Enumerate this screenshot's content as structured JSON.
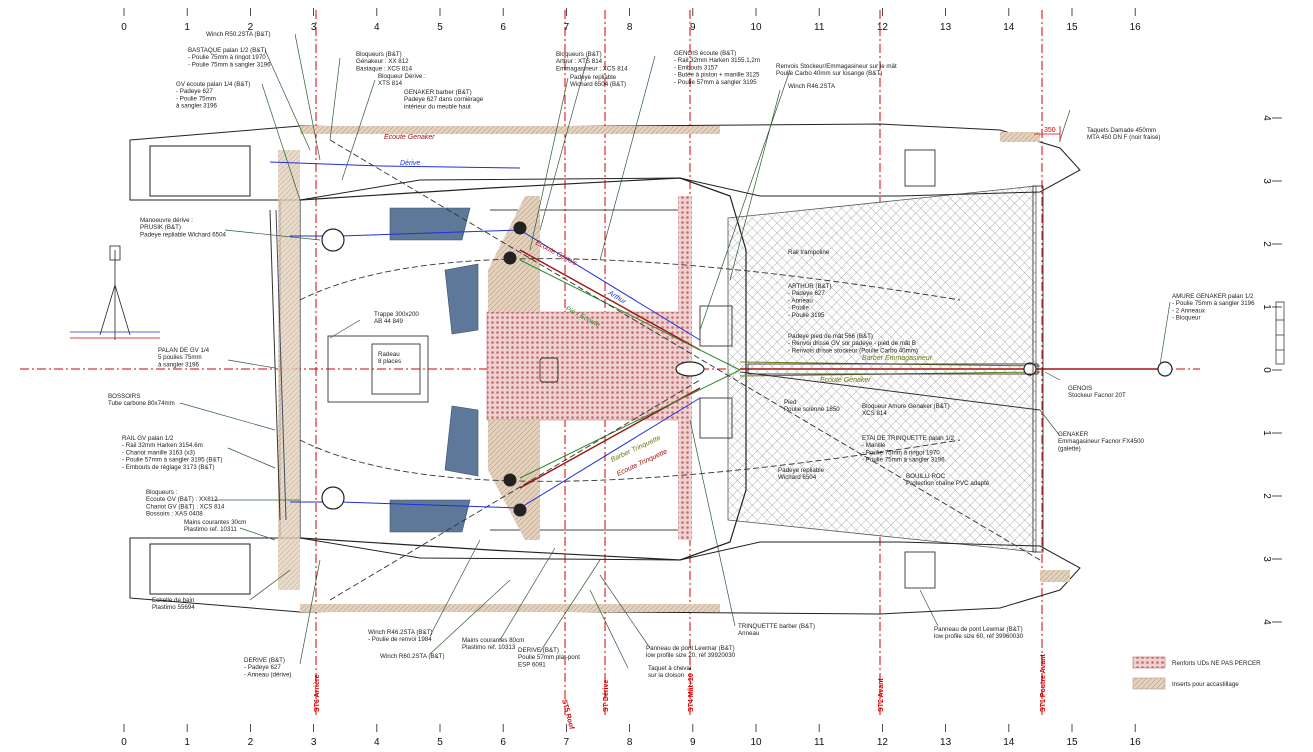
{
  "ruler_numbers": [
    "0",
    "1",
    "2",
    "3",
    "4",
    "5",
    "6",
    "7",
    "8",
    "9",
    "10",
    "11",
    "12",
    "13",
    "14",
    "15",
    "16"
  ],
  "side_ruler": [
    "4",
    "3",
    "2",
    "1",
    "0",
    "1",
    "2",
    "3",
    "4"
  ],
  "stations": [
    "ST6 Arrière",
    "ST5 Roof",
    "ST Dérive",
    "ST4 Mât+10",
    "ST2 Avant",
    "ST1 Poutre Avant"
  ],
  "line_labels": {
    "derive": "Dérive",
    "ecoute_genois": "Ecoute Genois",
    "arthur": "Arthur",
    "pie_ecoute": "Pié / Ecoute",
    "barber_trinquette": "Barber Trinquette",
    "ecoute_trinquette": "Ecoute Trinquette",
    "barber_emmagasineur": "Barber Emmagasineur",
    "ecoute_genaker": "Ecoute Genaker",
    "ecoute_genaker_top": "Ecoute Genaker"
  },
  "annotations": {
    "winch_r50": "Winch R50.2STA (B&T)",
    "bastaque": [
      "BASTAQUE palan 1/2 (B&T)",
      "- Poulie 75mm à ringot 1970",
      "- Poulie 75mm à sangler 3196"
    ],
    "gv_ecoute": [
      "GV écoute palan 1/4 (B&T)",
      "- Padeye 627",
      "- Poulie 75mm",
      "à sangler 3196"
    ],
    "bloqueurs_1": [
      "Bloqueurs (B&T)",
      "Génakeur : XX 812",
      "Bastaque : XCS 814"
    ],
    "bloqueur_derive": [
      "Bloqueur Dérive :",
      "XTS 814"
    ],
    "genaker_barber": [
      "GENAKER barber (B&T)",
      "Padeye 627 dans cornièrage",
      "intérieur du meuble haut"
    ],
    "bloqueurs_2": [
      "Bloqueurs (B&T)",
      "Arthur : XTS 814",
      "Emmagasineur : XCS 814"
    ],
    "padeye_repliable": [
      "Padeye repliable",
      "Wichard 6504 (B&T)"
    ],
    "genois_ecoute": [
      "GENOIS écoute (B&T)",
      "- Rail 32mm Harken 3155.1,2m",
      "- Embouts 3157",
      "- Butée à piston + manille 3125",
      "- Poulie 57mm à sangler 3195"
    ],
    "renvois_stockeur": [
      "Renvois Stockeur/Emmagasineur sur le mât",
      "Poulie Carbo 40mm sur losange (B&T)"
    ],
    "winch_r46_top": "Winch R46.2STA",
    "taquets": [
      "Taquets Damade 450mm",
      "MTA 450 DN F (noir fraisé)"
    ],
    "dim_350": "350",
    "manoeuvre_derive": [
      "Manoeuvre dérive :",
      "PRUSIK (B&T)",
      "Padeye repliable Wichard 6504"
    ],
    "rail_trampoline": "Rail trampoline",
    "arthur_detail": [
      "ARTHUR (B&T)",
      "- Padeye 627",
      "- Anneau",
      "- Poulie",
      "- Poulie 3195"
    ],
    "trappe": [
      "Trappe 300x200",
      "AB 44 849"
    ],
    "radeau": [
      "Radeau",
      "8 places"
    ],
    "palan_gv": [
      "PALAN DE GV 1/4",
      "5 poulies 75mm",
      "à sangler 3196"
    ],
    "bossoirs": [
      "BOSSOIRS",
      "Tube carbone 80x74mm"
    ],
    "rail_gv": [
      "RAIL GV palan 1/2",
      "- Rail 32mm Harken 3154.6m",
      "- Chariot manille 3163 (x3)",
      "- Poulie 57mm à sangler 3195 (B&T)",
      "- Embouts de réglage 3173 (B&T)"
    ],
    "padeye_mat": [
      "Padeye pied de mât 566 (B&T)",
      "- Renvoi drisse GV sur padeye - pied de mât B",
      "- Renvois drisse stockeur (Poulie Carbo 40mm)"
    ],
    "amure_genaker": [
      "AMURE GENAKER palan 1/2",
      "- Poulie 75mm à sangler 3196",
      "- 2 Anneaux",
      "- Bloqueur"
    ],
    "genois_stockeur": [
      "GENOIS",
      "Stockeur Facnor 20T"
    ],
    "pied_mat": [
      "Pied",
      "Poulie scienne 1850"
    ],
    "bloqueur_amure": [
      "Bloqueur Amure Genaker (B&T)",
      "XCS 814"
    ],
    "etai_trinquette": [
      "ETAI DE TRINQUETTE palan 1/2",
      "- Manille",
      "- Poulie 75mm à ringot 1970",
      "- Poulie 75mm à sangler 3196"
    ],
    "genaker_facnor": [
      "GENAKER",
      "Emmagasineur Facnor FX4500",
      "(galette)"
    ],
    "bouilli": [
      "BOUILLI ROC",
      "Protection chaîne PVC adapté"
    ],
    "bloqueurs_3": [
      "Bloqueurs :",
      "Ecoute GV (B&T) : XX812",
      "Chariot GV (B&T) : XCS 814",
      "Bossoirs : XAS 0408"
    ],
    "mains_30": [
      "Mains courantes 30cm",
      "Plastimo ref. 10311"
    ],
    "padeye_rep2": [
      "Padeye repliable",
      "Wichard 6504"
    ],
    "echelle": [
      "Echelle de bain",
      "Plastimo 55694"
    ],
    "winch_r46_bottom": [
      "Winch R46.2STA (B&T)",
      "- Poulie de renvoi 1984"
    ],
    "mains_80": [
      "Mains courantes 80cm",
      "Plastimo ref. 10313"
    ],
    "winch_r60": "Winch R60.2STA (B&T)",
    "derive_bottom": [
      "DERIVE (B&T)",
      "- Padeye 627",
      "- Anneau (dérive)"
    ],
    "derive_poulie": [
      "DERIVE (B&T)",
      "Poulie 57mm plat-pont",
      "ESP 6091"
    ],
    "trinquette_barber": [
      "TRINQUETTE barber (B&T)",
      "Anneau"
    ],
    "panneau_20": [
      "Panneau de pont Lewmar (B&T)",
      "low profile size 20, réf 39920030"
    ],
    "taquet_cheval": [
      "Taquet à cheval",
      "sur la cloison"
    ],
    "panneau_60": [
      "Panneau de pont Lewmar (B&T)",
      "low profile size 60, réf 39960030"
    ]
  },
  "legend": {
    "renforts": "Renforts UDs NE PAS PERCER",
    "inserts": "Inserts pour accastillage"
  },
  "colors": {
    "station_red": "#d40000",
    "derive_blue": "#1f2fd8",
    "genois_red": "#a01414",
    "arthur_green": "#2e8a2e",
    "barber_olive": "#6b7a14",
    "reinforce_pink": "#d9a3a3",
    "insert_tan": "#d6c0a8",
    "deck_blue": "#5e7899",
    "net_grey": "#9a9a9a"
  }
}
